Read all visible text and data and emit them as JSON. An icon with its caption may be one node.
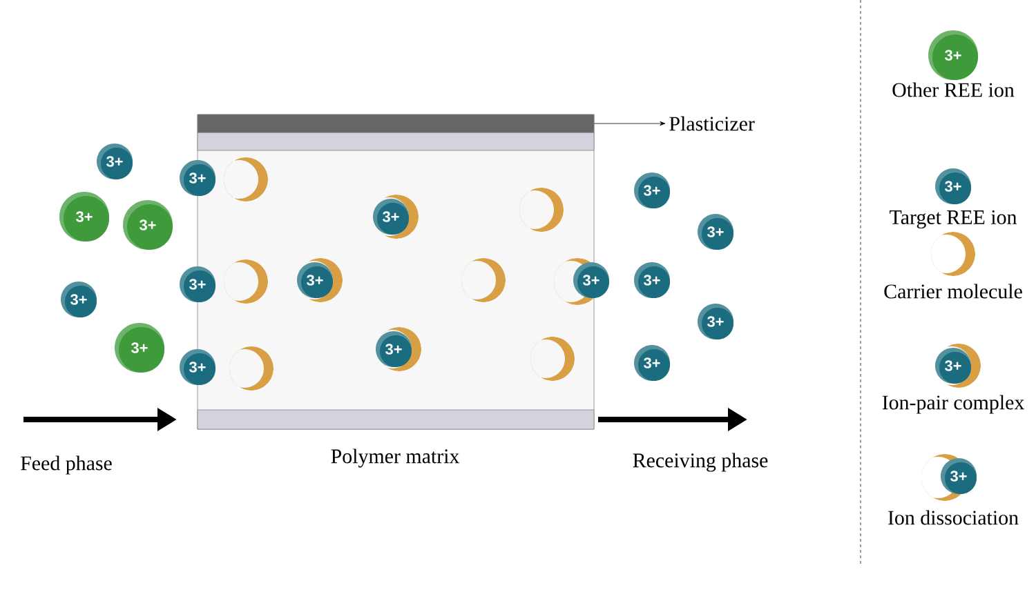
{
  "diagram": {
    "nodes": [
      {
        "text": [
          "Polymer matrix"
        ]
      },
      {
        "text": [],
        "shape": "bar",
        "in": 0
      },
      {
        "text": [
          "Plasticizer"
        ]
      },
      {
        "text": [
          "3+"
        ]
      },
      {
        "text": [
          "3+"
        ]
      },
      {
        "text": [
          "3+"
        ]
      },
      {
        "text": [
          "3+"
        ]
      },
      {
        "text": [
          "3+"
        ]
      },
      {
        "text": [
          "3+"
        ]
      },
      {
        "text": [
          "3+"
        ]
      },
      {
        "text": [
          "3+"
        ]
      },
      {
        "text": [
          "3+"
        ],
        "in": 0
      },
      {
        "text": [
          "3+"
        ],
        "in": 0
      },
      {
        "text": [
          "3+"
        ],
        "in": 0
      },
      {
        "text": [
          "3+"
        ]
      },
      {
        "text": [
          "3+"
        ]
      },
      {
        "text": [
          "3+"
        ]
      },
      {
        "text": [
          "3+"
        ]
      },
      {
        "text": [
          "3+"
        ]
      },
      {
        "text": [
          "3+"
        ]
      },
      {
        "text": [
          "3+"
        ]
      },
      {
        "text": [
          "3+"
        ]
      },
      {
        "text": [
          "3+"
        ]
      },
      {
        "text": [
          "3+"
        ]
      }
    ],
    "edges": [
      {
        "from": 1,
        "to": 2,
        "arrow": "to"
      }
    ],
    "labels": [
      "Feed phase",
      "Receiving phase"
    ],
    "legend": [
      {
        "text": "Other REE ion"
      },
      {
        "text": "Target REE ion"
      },
      {
        "text": "Carrier molecule"
      },
      {
        "text": "Ion-pair complex"
      },
      {
        "text": "Ion dissociation"
      }
    ]
  }
}
